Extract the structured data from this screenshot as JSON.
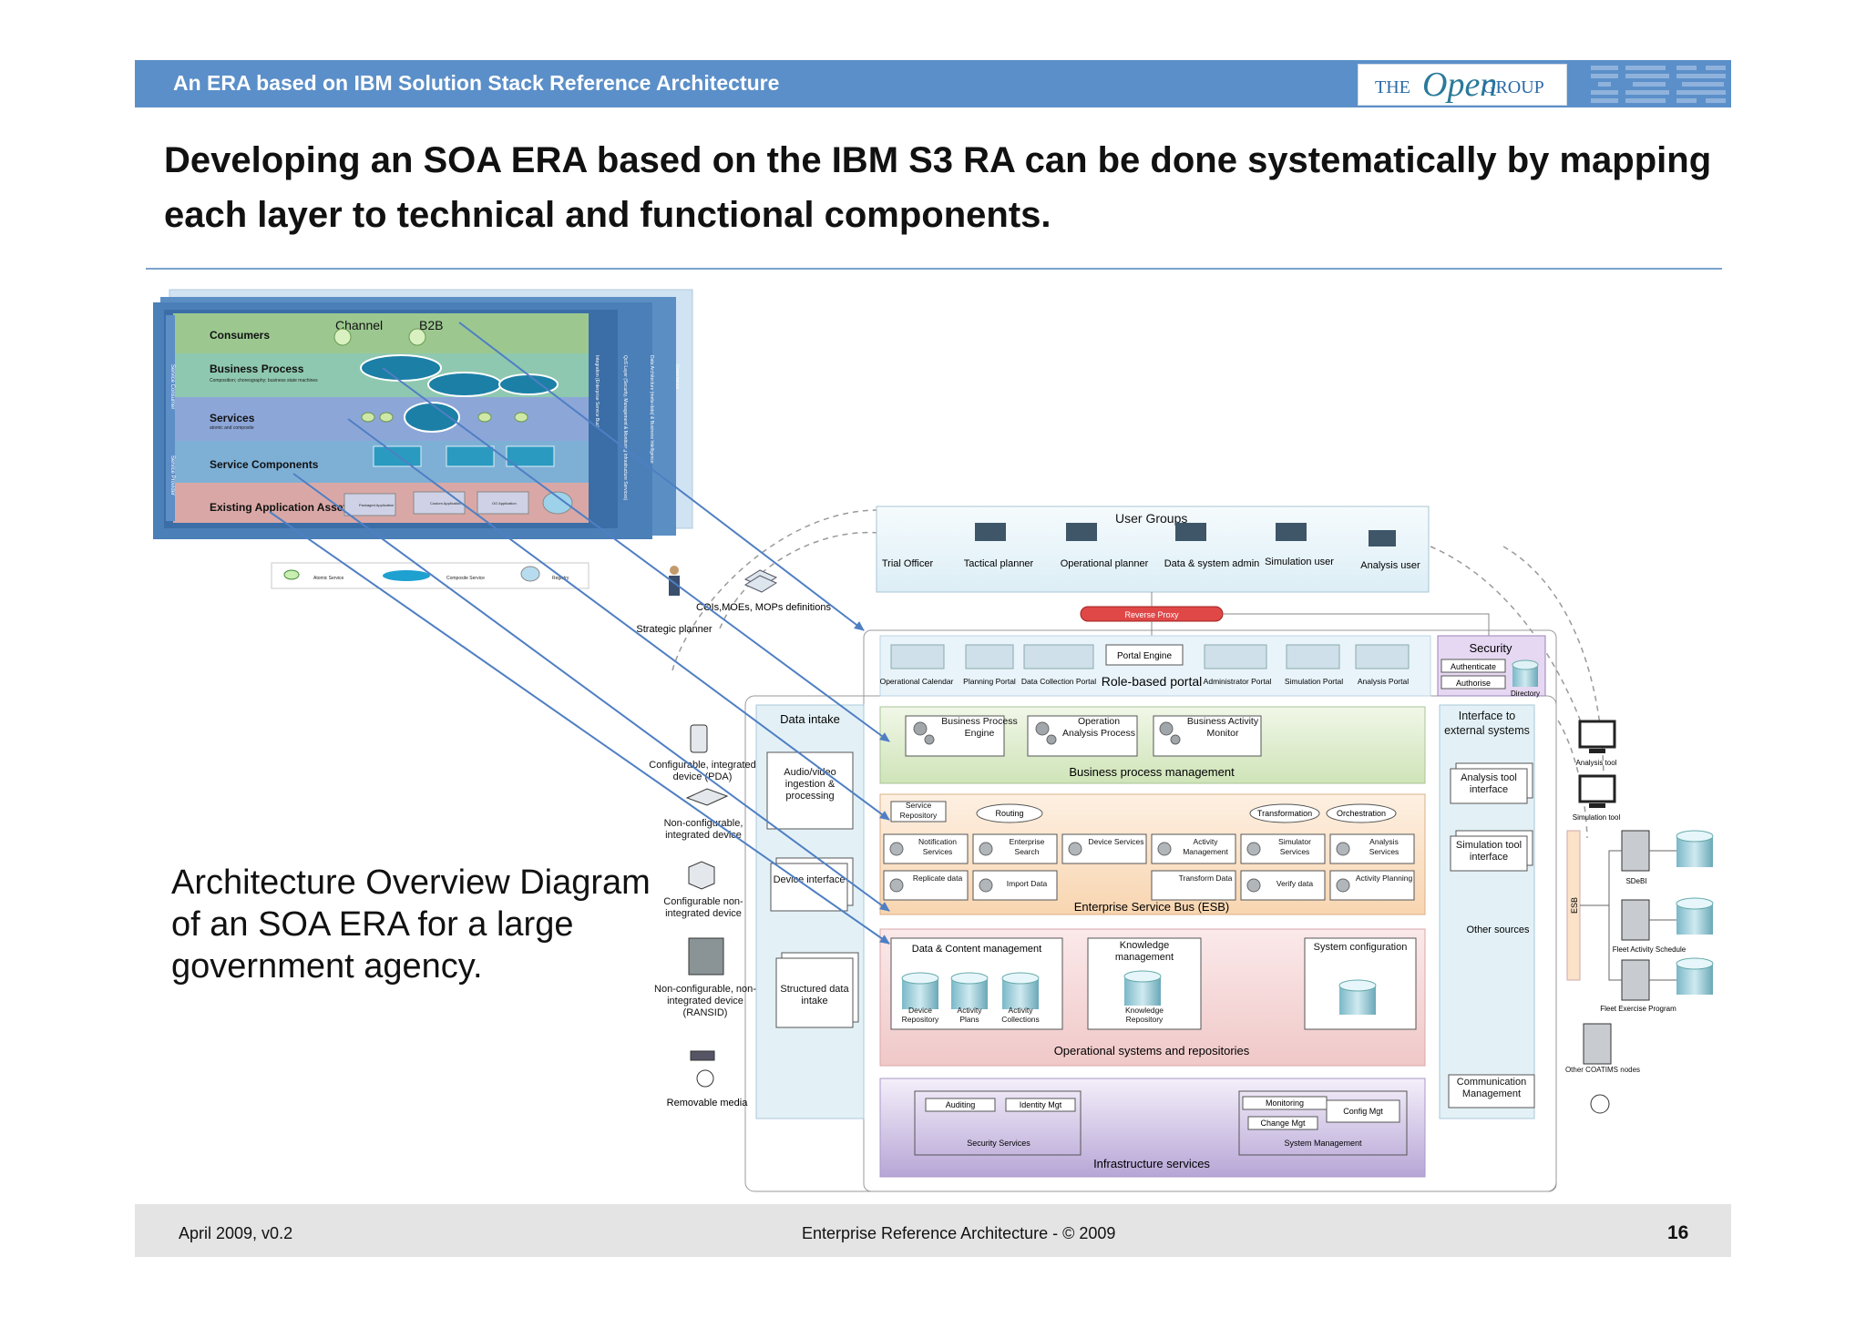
{
  "header": {
    "title": "An ERA based on IBM Solution Stack Reference Architecture",
    "open_group_logo": [
      "THE",
      "Open",
      "GROUP"
    ],
    "ibm_logo": "IBM",
    "bar_color": "#5b8fc9"
  },
  "heading": "Developing an SOA ERA based on the IBM S3 RA can be done systematically by mapping each layer to technical and functional components.",
  "caption": "Architecture Overview Diagram of an SOA ERA for a large government agency.",
  "s3_stack": {
    "layers": [
      "Consumers",
      "Business Process",
      "Services",
      "Service Components",
      "Existing Application Assets"
    ],
    "layer_sublabels": {
      "Business Process": "Composition; choreography; business state machines",
      "Services": "atomic and composite"
    },
    "channels": [
      "Channel",
      "B2B"
    ],
    "side_labels": [
      "Service Consumer",
      "Service Provider"
    ],
    "vertical_layers": [
      "Integration (Enterprise Service Bus)",
      "QoS Layer (Security, Management & Monitoring Infrastructure Services)",
      "Data Architecture (meta-data) & Business Intelligence",
      "Governance"
    ],
    "asset_labels": [
      "Packaged Application",
      "Custom Application",
      "OO Application"
    ],
    "legend": [
      "Atomic Service",
      "Composite Service",
      "Registry"
    ]
  },
  "era": {
    "user_groups": {
      "title": "User Groups",
      "users": [
        "Trial Officer",
        "Tactical planner",
        "Operational planner",
        "Data & system admin",
        "Simulation user",
        "Analysis user"
      ]
    },
    "strategic_planner": "Strategic planner",
    "cois": "COIs,MOEs, MOPs definitions",
    "reverse_proxy": "Reverse Proxy",
    "portal": {
      "title": "Role-based portal",
      "engine": "Portal Engine",
      "portals": [
        "Operational Calendar",
        "Planning Portal",
        "Data Collection Portal",
        "Administrator Portal",
        "Simulation Portal",
        "Analysis Portal"
      ]
    },
    "security": {
      "title": "Security",
      "items": [
        "Authenticate",
        "Authorise"
      ],
      "directory": "Directory"
    },
    "data_intake": {
      "title": "Data intake",
      "boxes": [
        "Audio/video ingestion & processing",
        "Device interface",
        "Structured data intake"
      ]
    },
    "devices": [
      "Configurable, integrated device (PDA)",
      "Non-configurable, integrated device",
      "Configurable non-integrated device",
      "Non-configurable, non-integrated device (RANSID)",
      "Removable media"
    ],
    "bpm": {
      "title": "Business process management",
      "items": [
        "Business Process Engine",
        "Operation Analysis Process",
        "Business Activity Monitor"
      ]
    },
    "esb": {
      "title": "Enterprise Service Bus (ESB)",
      "top": [
        "Service Repository",
        "Routing",
        "Transformation",
        "Orchestration"
      ],
      "services": [
        "Notification Services",
        "Enterprise Search",
        "Device Services",
        "Activity Management",
        "Simulator Services",
        "Analysis Services"
      ],
      "services2": [
        "Replicate data",
        "Import Data",
        "Transform Data",
        "Verify data",
        "Activity Planning"
      ]
    },
    "ops": {
      "title": "Operational systems and repositories",
      "dcm": "Data & Content management",
      "dbs": [
        "Device Repository",
        "Activity Plans",
        "Activity Collections"
      ],
      "km": "Knowledge management",
      "km_db": "Knowledge Repository",
      "sys_config": "System configuration"
    },
    "infra": {
      "title": "Infrastructure services",
      "security_services": "Security Services",
      "sec_items": [
        "Auditing",
        "Identity Mgt"
      ],
      "system_management": "System Management",
      "sys_items": [
        "Monitoring",
        "Config Mgt",
        "Change Mgt"
      ]
    },
    "external": {
      "title": "Interface to external systems",
      "items": [
        "Analysis tool interface",
        "Simulation tool interface",
        "Other sources",
        "Communication Management"
      ],
      "esb_label": "ESB"
    },
    "right_side": [
      "Analysis tool",
      "Simulation tool",
      "SDeBI",
      "Fleet Activity Schedule",
      "Fleet Exercise Program",
      "Other COATIMS nodes"
    ]
  },
  "footer": {
    "left": "April 2009, v0.2",
    "center": "Enterprise Reference Architecture - © 2009",
    "page": "16"
  }
}
